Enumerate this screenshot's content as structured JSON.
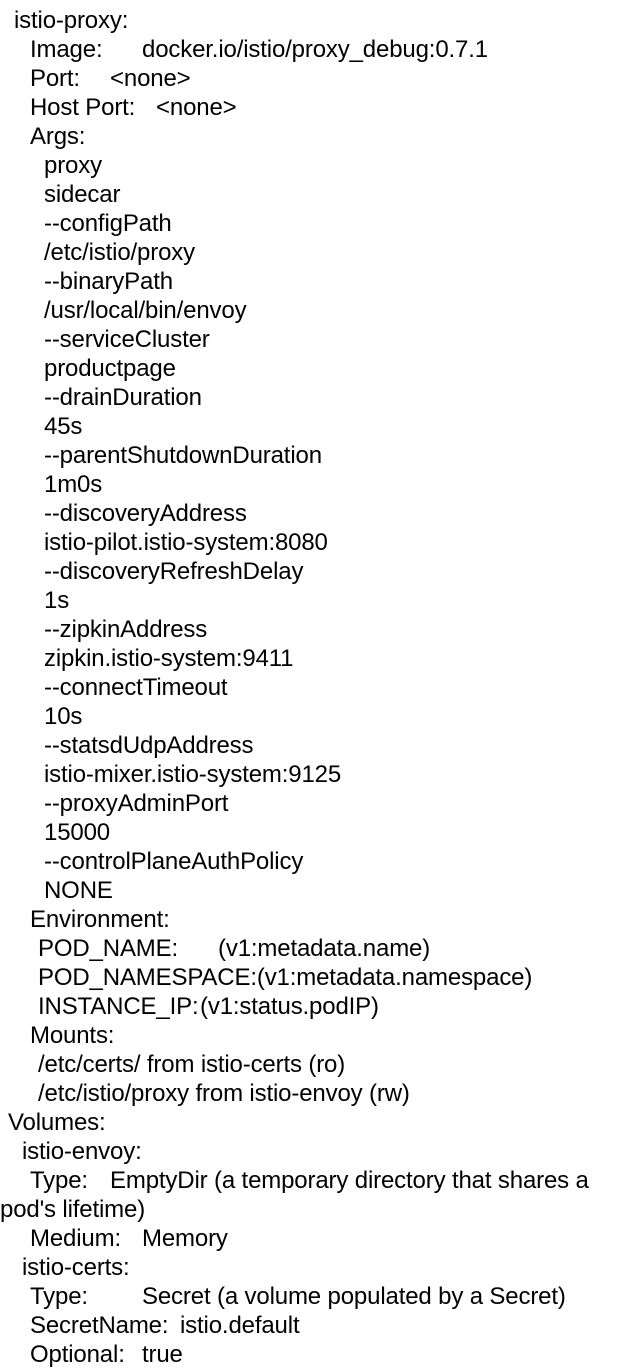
{
  "terminal": {
    "kind": "kubectl-describe-pod-output",
    "background_color": "#ffffff",
    "text_color": "#000000"
  },
  "container": {
    "name_label": "istio-proxy:",
    "image_key": "Image:",
    "image_value": "docker.io/istio/proxy_debug:0.7.1",
    "port_key": "Port:",
    "port_value": "<none>",
    "host_port_key": "Host Port:",
    "host_port_value": "<none>",
    "args_label": "Args:",
    "args": [
      "proxy",
      "sidecar",
      "--configPath",
      "/etc/istio/proxy",
      "--binaryPath",
      "/usr/local/bin/envoy",
      "--serviceCluster",
      "productpage",
      "--drainDuration",
      "45s",
      "--parentShutdownDuration",
      "1m0s",
      "--discoveryAddress",
      "istio-pilot.istio-system:8080",
      "--discoveryRefreshDelay",
      "1s",
      "--zipkinAddress",
      "zipkin.istio-system:9411",
      "--connectTimeout",
      "10s",
      "--statsdUdpAddress",
      "istio-mixer.istio-system:9125",
      "--proxyAdminPort",
      "15000",
      "--controlPlaneAuthPolicy",
      "NONE"
    ],
    "environment_label": "Environment:",
    "environment": [
      {
        "key": "POD_NAME:",
        "value": "(v1:metadata.name)"
      },
      {
        "key": "POD_NAMESPACE:",
        "value": "(v1:metadata.namespace)"
      },
      {
        "key": "INSTANCE_IP:",
        "value": "(v1:status.podIP)"
      }
    ],
    "mounts_label": "Mounts:",
    "mounts": [
      "/etc/certs/ from istio-certs (ro)",
      "/etc/istio/proxy from istio-envoy (rw)"
    ]
  },
  "volumes": {
    "label": "Volumes:",
    "items": [
      {
        "name": "istio-envoy:",
        "type_key": "Type:",
        "type_value_line1": "EmptyDir (a temporary directory that shares a",
        "type_value_line2": "pod's lifetime)",
        "extra_key": "Medium:",
        "extra_value": "Memory"
      },
      {
        "name": "istio-certs:",
        "type_key": "Type:",
        "type_value_line1": "Secret (a volume populated by a Secret)",
        "secret_name_key": "SecretName:",
        "secret_name_value": "istio.default",
        "optional_key": "Optional:",
        "optional_value": "true"
      }
    ]
  }
}
